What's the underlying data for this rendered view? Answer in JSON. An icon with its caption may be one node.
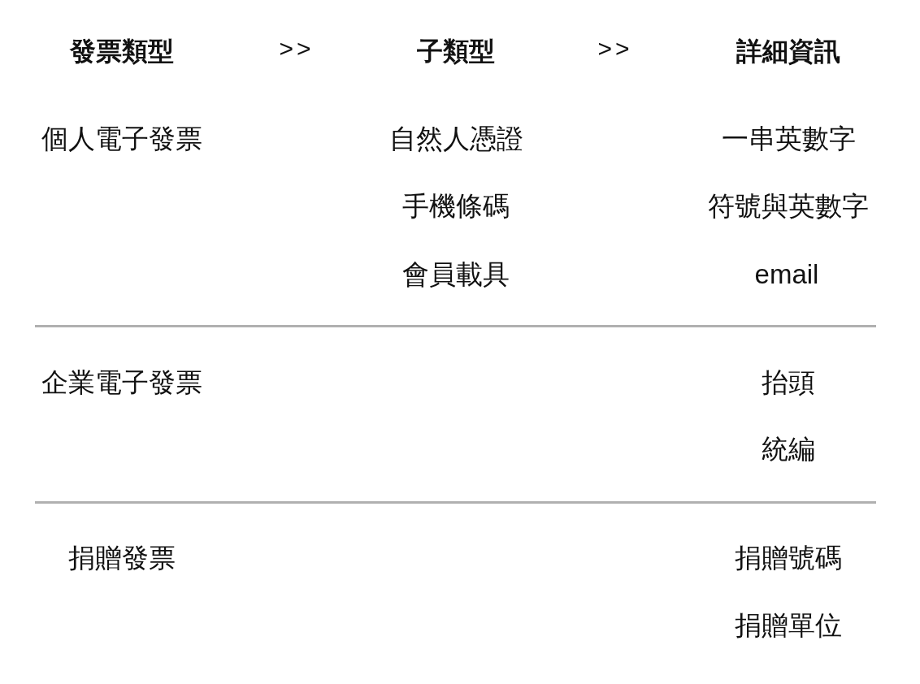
{
  "diagram": {
    "labels": [
      "發票類型",
      ">>",
      "子類型",
      ">>",
      "詳細資訊",
      "個人電子發票",
      "自然人憑證",
      "一串英數字",
      "手機條碼",
      "符號與英數字",
      "會員載具",
      "email",
      "企業電子發票",
      "抬頭",
      "統編",
      "捐贈發票",
      "捐贈號碼",
      "捐贈單位"
    ]
  }
}
